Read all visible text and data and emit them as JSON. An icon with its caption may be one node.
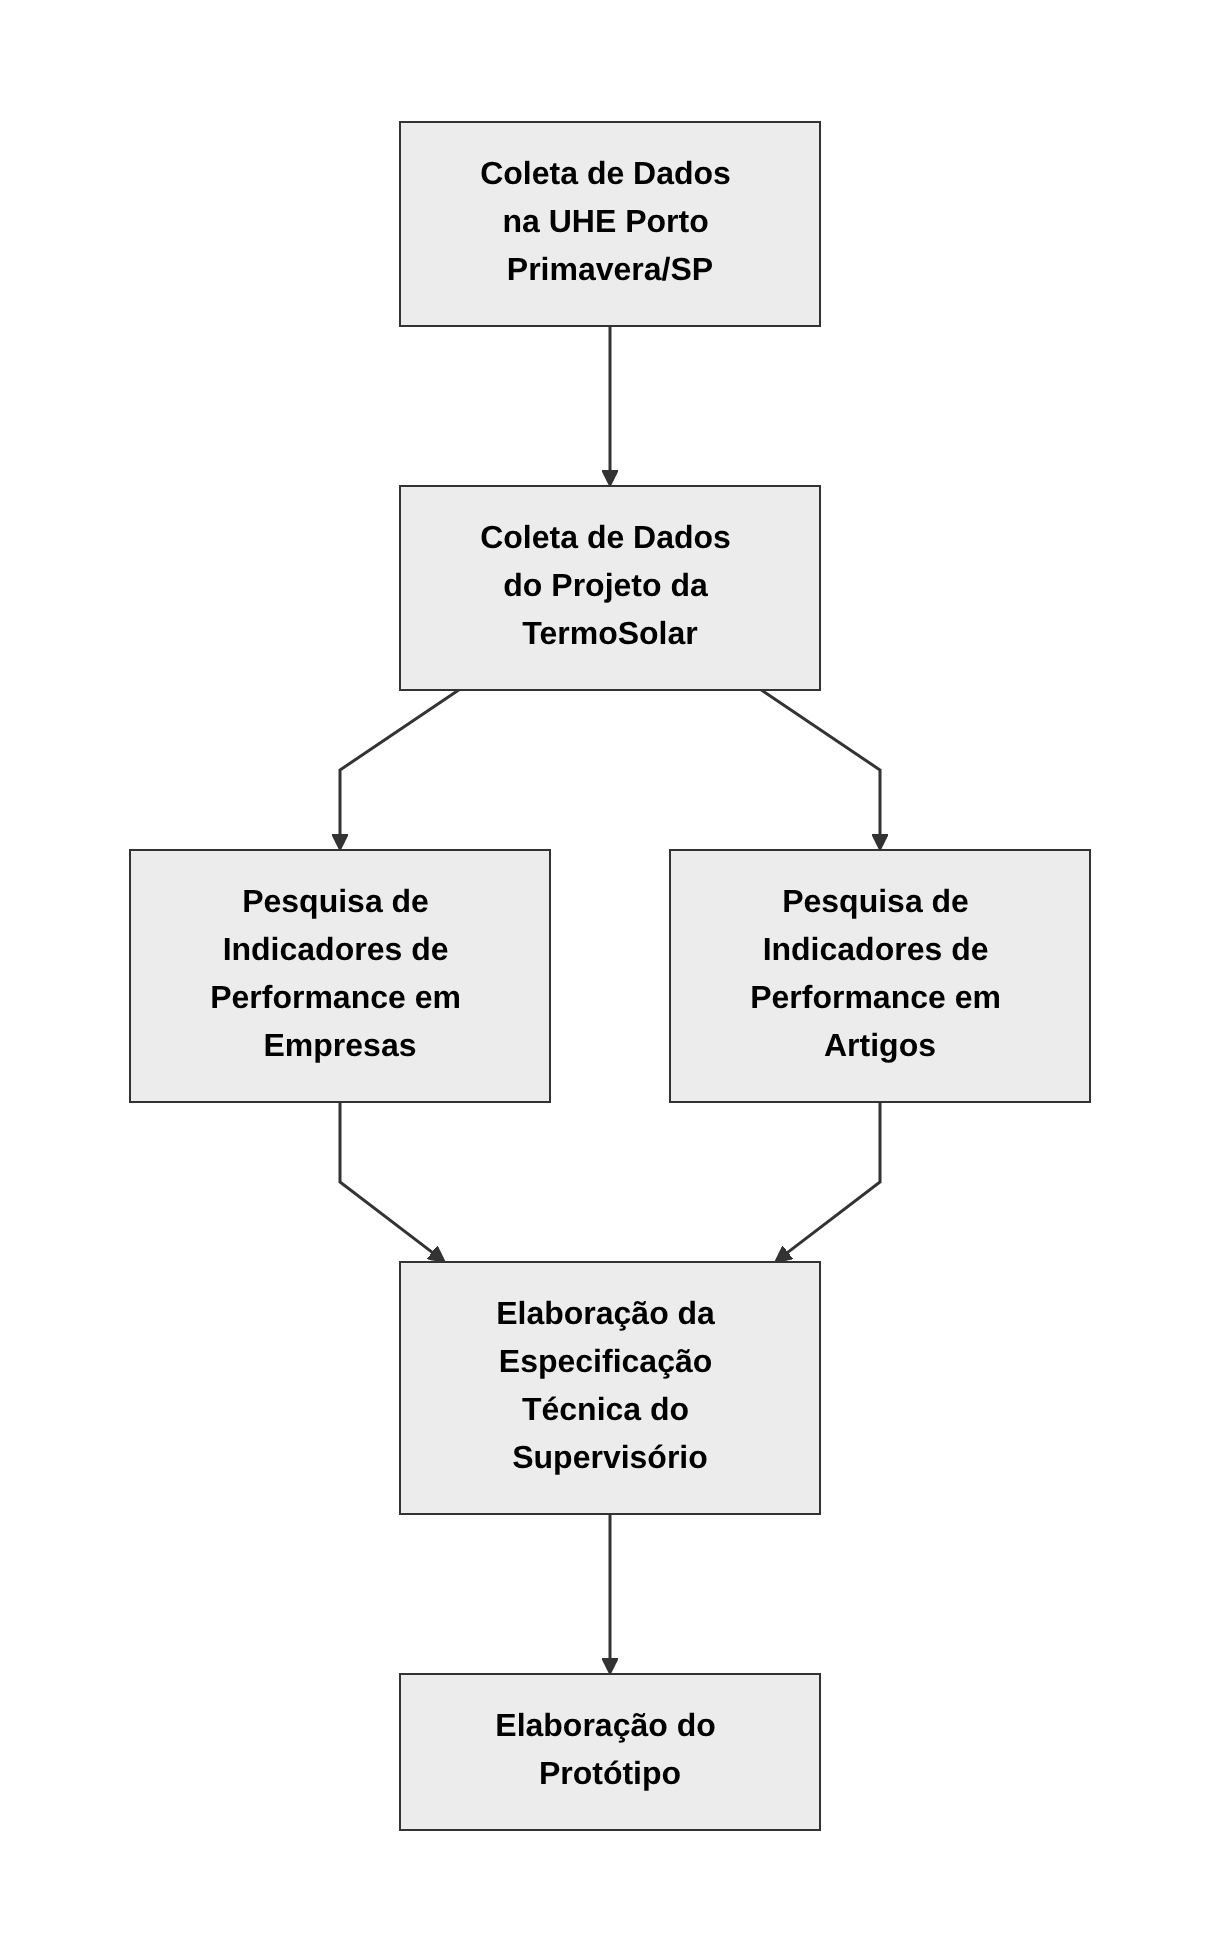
{
  "diagram": {
    "nodes": [
      {
        "text": [
          "Coleta de Dados na UHE Porto Primavera/SP"
        ]
      },
      {
        "text": [
          "Coleta de Dados do Projeto da TermoSolar"
        ]
      },
      {
        "text": [
          "Pesquisa de Indicadores de Performance em Empresas"
        ]
      },
      {
        "text": [
          "Pesquisa de Indicadores de Performance em Artigos"
        ]
      },
      {
        "text": [
          "Elaboração da Especificação Técnica do Supervisório"
        ]
      },
      {
        "text": [
          "Elaboração do Protótipo"
        ]
      }
    ],
    "edges": [
      {
        "from": 0,
        "to": 1,
        "arrow": "to"
      },
      {
        "from": 1,
        "to": 2,
        "arrow": "to"
      },
      {
        "from": 1,
        "to": 3,
        "arrow": "to"
      },
      {
        "from": 2,
        "to": 4,
        "arrow": "to"
      },
      {
        "from": 3,
        "to": 4,
        "arrow": "to"
      },
      {
        "from": 4,
        "to": 5,
        "arrow": "to"
      }
    ]
  }
}
